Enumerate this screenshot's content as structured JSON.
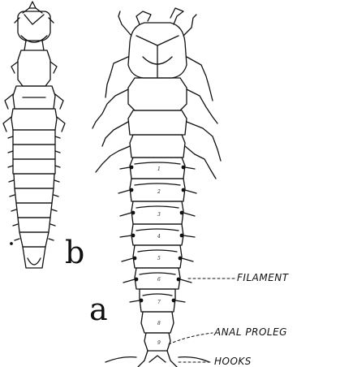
{
  "figure": {
    "panel_a_letter": "a",
    "panel_b_letter": "b",
    "labels": {
      "filament": "FILAMENT",
      "anal_proleg": "ANAL PROLEG",
      "hooks": "HOOKS"
    },
    "segment_numbers": [
      "1",
      "2",
      "3",
      "4",
      "5",
      "6",
      "7",
      "8",
      "9"
    ]
  }
}
